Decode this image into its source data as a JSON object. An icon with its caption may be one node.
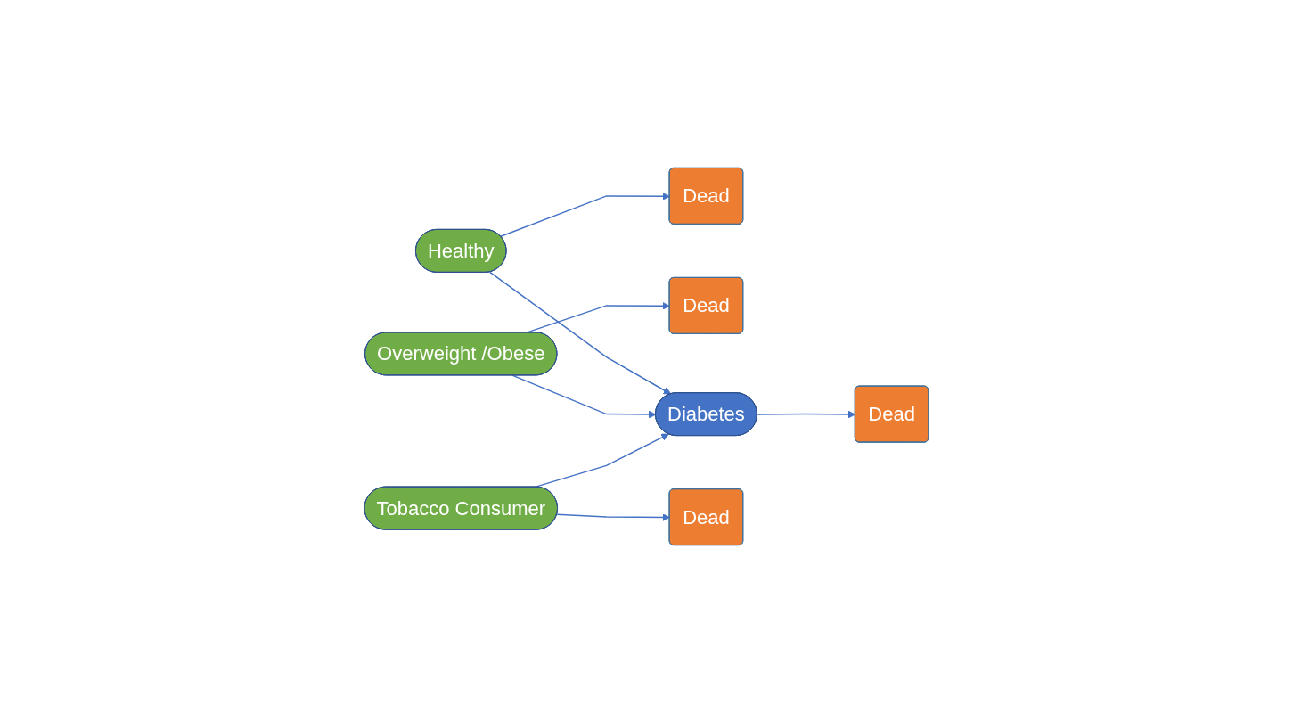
{
  "diagram": {
    "nodes": [
      {
        "text": [
          "Dead"
        ]
      },
      {
        "text": [
          "Healthy"
        ]
      },
      {
        "text": [
          "Dead"
        ]
      },
      {
        "text": [
          "Overweight /Obese"
        ]
      },
      {
        "text": [
          "Diabetes"
        ]
      },
      {
        "text": [
          "Dead"
        ]
      },
      {
        "text": [
          "Dead"
        ]
      },
      {
        "text": [
          "Tobacco Consumer"
        ]
      }
    ],
    "edges": [
      {
        "from": 1,
        "to": 0,
        "arrow": "to"
      },
      {
        "from": 1,
        "to": 4,
        "arrow": "to"
      },
      {
        "from": 3,
        "to": 2,
        "arrow": "to"
      },
      {
        "from": 3,
        "to": 4,
        "arrow": "to"
      },
      {
        "from": 4,
        "to": 5,
        "arrow": "to"
      },
      {
        "from": 7,
        "to": 6,
        "arrow": "to"
      },
      {
        "from": 7,
        "to": 4,
        "arrow": "to"
      }
    ]
  }
}
